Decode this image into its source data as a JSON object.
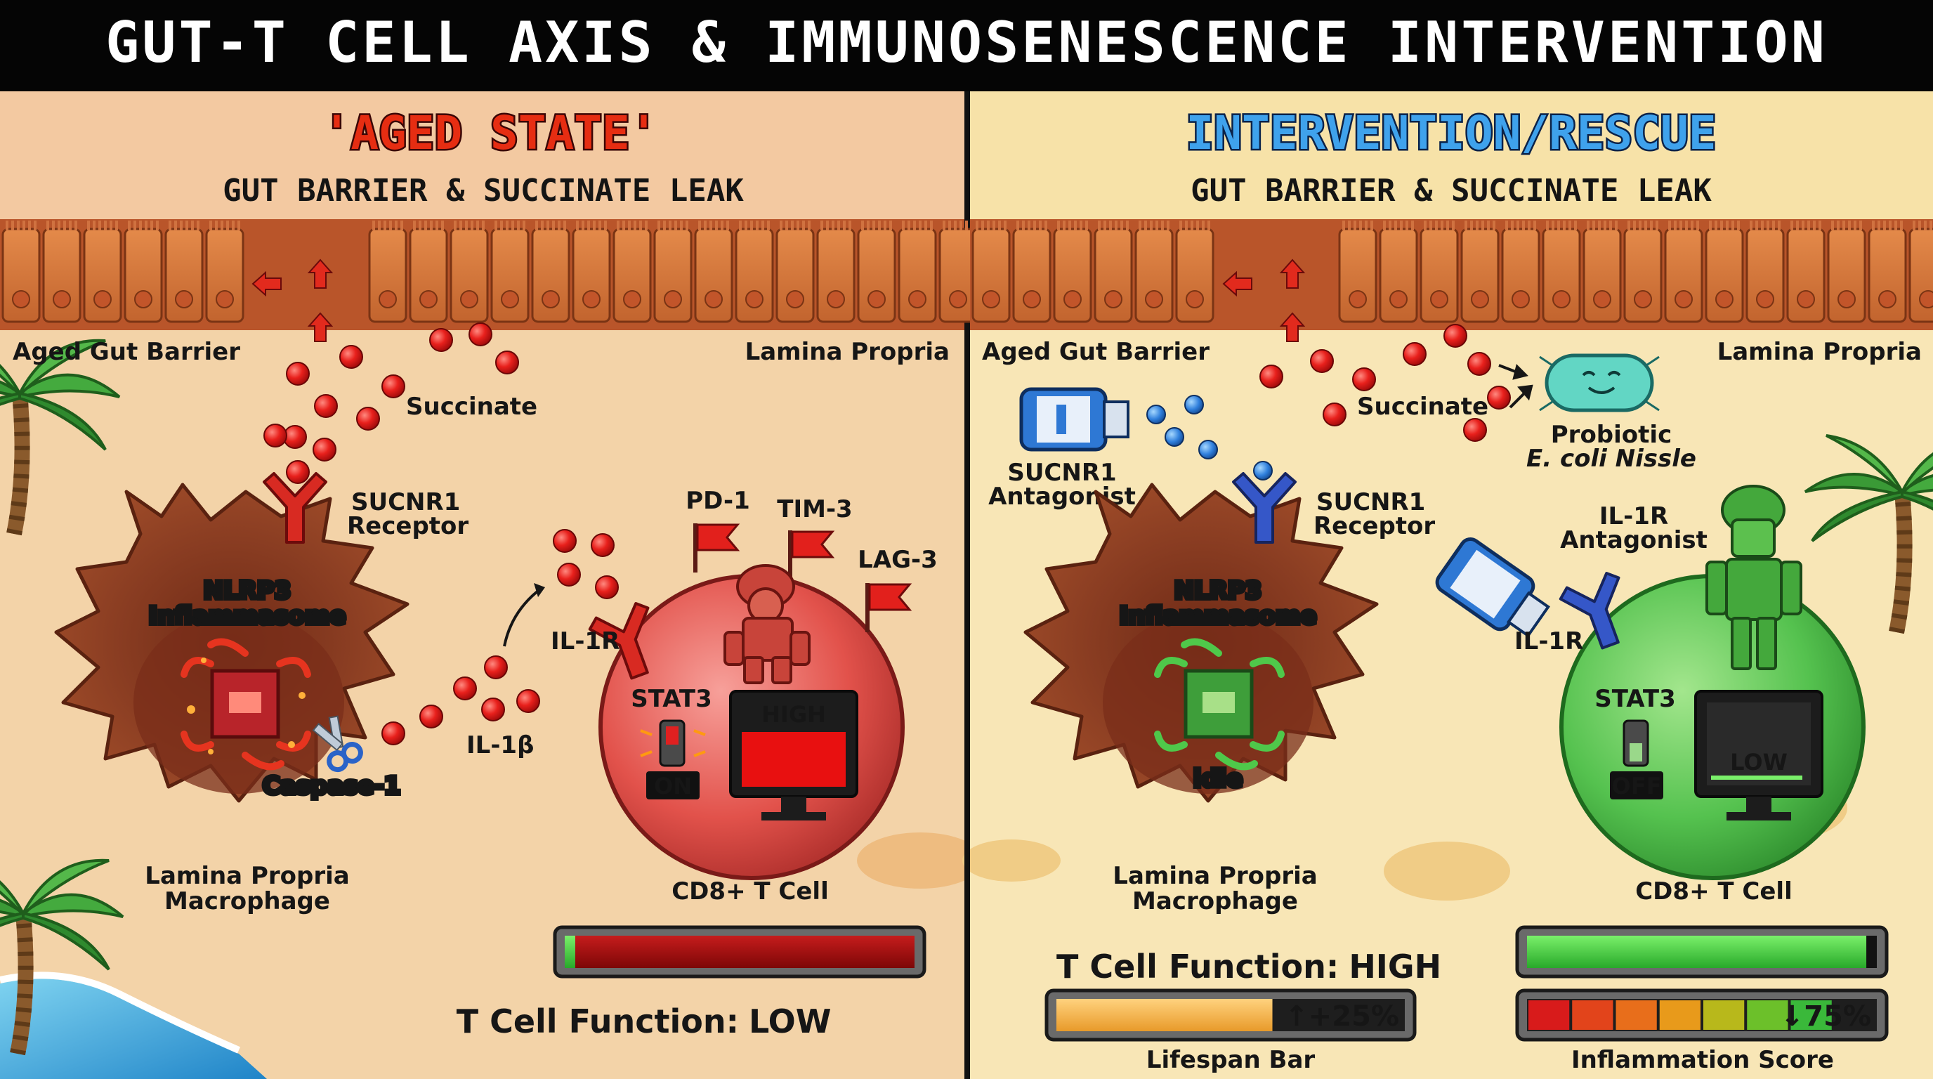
{
  "title": "GUT-T CELL AXIS & IMMUNOSENESCENCE INTERVENTION",
  "colors": {
    "aged_bg": "#f3c9a1",
    "rescue_bg": "#f7e2a8",
    "cell_red": "#e0504a",
    "cell_green": "#4fc24f",
    "macrophage": "#8e4026"
  },
  "left": {
    "heading": "'AGED STATE'",
    "subheading": "GUT BARRIER & SUCCINATE LEAK",
    "labels": {
      "barrier": "Aged Gut Barrier",
      "lamina": "Lamina Propria",
      "succinate": "Succinate",
      "sucnr1": "SUCNR1",
      "receptor": "Receptor",
      "nlrp3": "NLRP3",
      "inflammasome": "Inflammasome",
      "caspase": "Caspase-1",
      "il1b": "IL-1β",
      "il1r": "IL-1R",
      "pd1": "PD-1",
      "tim3": "TIM-3",
      "lag3": "LAG-3",
      "stat3": "STAT3",
      "switch": "ON",
      "monitor": "HIGH",
      "macrophage_line1": "Lamina Propria",
      "macrophage_line2": "Macrophage",
      "tcell": "CD8+ T Cell",
      "function_label": "T Cell Function:",
      "function_value": "LOW"
    },
    "tcell_function_bar_level": 0.03
  },
  "right": {
    "heading": "INTERVENTION/RESCUE",
    "subheading": "GUT BARRIER & SUCCINATE LEAK",
    "labels": {
      "barrier": "Aged Gut Barrier",
      "lamina": "Lamina Propria",
      "succinate": "Succinate",
      "probiotic_line1": "Probiotic",
      "probiotic_line2": "E. coli Nissle",
      "antagonist1_line1": "SUCNR1",
      "antagonist1_line2": "Antagonist",
      "sucnr1": "SUCNR1",
      "receptor": "Receptor",
      "il1r_antagonist_line1": "IL-1R",
      "il1r_antagonist_line2": "Antagonist",
      "nlrp3": "NLRP3",
      "inflammasome": "Inflammasome",
      "idle": "idle",
      "il1r": "IL-1R",
      "stat3": "STAT3",
      "switch": "OFF",
      "monitor": "LOW",
      "macrophage_line1": "Lamina Propria",
      "macrophage_line2": "Macrophage",
      "tcell": "CD8+ T Cell",
      "function_label": "T Cell Function:",
      "function_value": "HIGH",
      "lifespan_change": "↑+25%",
      "lifespan_label": "Lifespan Bar",
      "inflammation_change": "↓75%",
      "inflammation_label": "Inflammation Score"
    },
    "tcell_function_bar_level": 0.97,
    "lifespan_bar_level": 0.62,
    "inflammation_segments_lit": 7,
    "inflammation_segments_total": 8
  },
  "icons": [
    "epithelial-cell-icon",
    "succinate-molecule-icon",
    "y-receptor-icon",
    "macrophage-icon",
    "inflammasome-chip-icon",
    "scissors-icon",
    "flag-icon",
    "soldier-icon",
    "monitor-icon",
    "switch-icon",
    "probiotic-bacterium-icon",
    "drug-bottle-icon",
    "palm-tree-icon",
    "dune-icon",
    "wave-icon"
  ]
}
